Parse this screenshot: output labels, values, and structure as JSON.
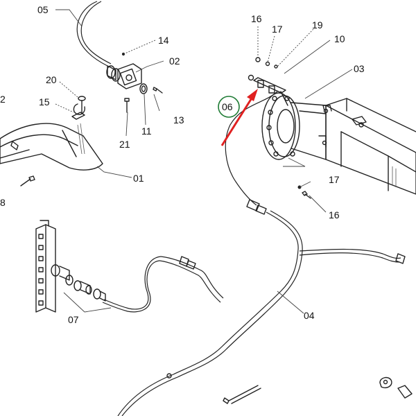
{
  "diagram": {
    "part_labels": {
      "p05": "05",
      "p14": "14",
      "p02": "02",
      "p20": "20",
      "p15": "15",
      "p2": "2",
      "p13": "13",
      "p11": "11",
      "p21": "21",
      "p01": "01",
      "p8": "8",
      "p16a": "16",
      "p17a": "17",
      "p19": "19",
      "p10": "10",
      "p03": "03",
      "p06": "06",
      "p17b": "17",
      "p16b": "16",
      "p07": "07",
      "p04": "04"
    },
    "highlight": {
      "circle_color": "#1e7b34",
      "arrow_color": "#e02020",
      "highlighted_label": "p06"
    }
  }
}
